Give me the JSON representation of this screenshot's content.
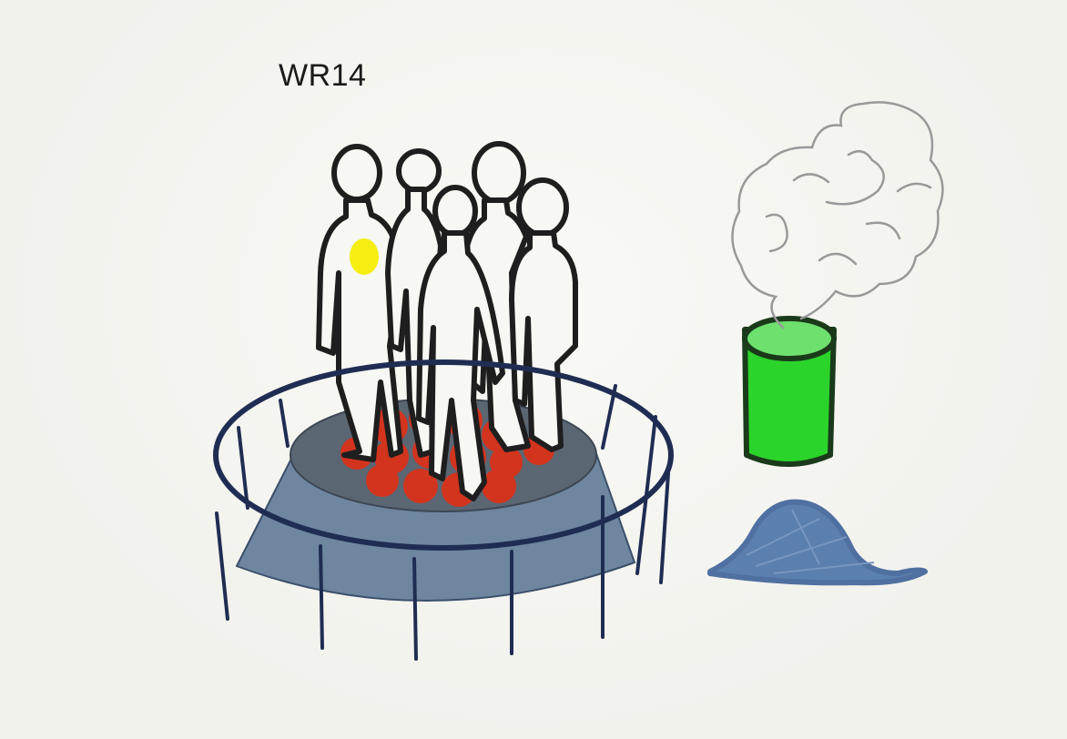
{
  "drawing": {
    "label": "WR14"
  },
  "colors": {
    "outline": "#1e1e1e",
    "ring": "#1f2d52",
    "base": "#6e86a0",
    "inner": "#5b6673",
    "coals": "#d2341e",
    "highlight": "#f5ee10",
    "bucket": "#2bd42b",
    "bucket_top": "#6ee06e",
    "steam": "#999999",
    "pile": "#5b7fae"
  },
  "icons": [
    "people-figures",
    "fire-pit",
    "green-bucket",
    "steam-cloud",
    "blue-pile"
  ]
}
